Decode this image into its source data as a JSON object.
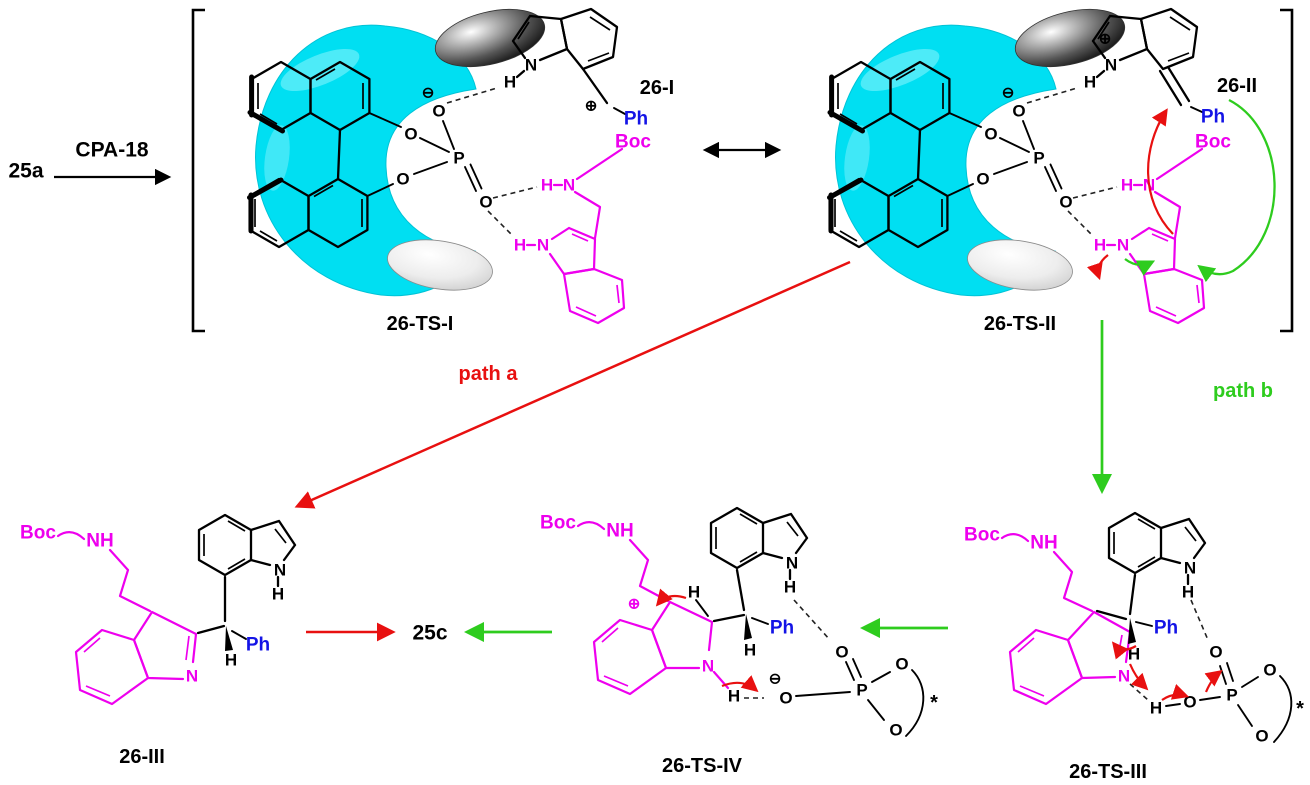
{
  "scheme": {
    "reactant": "25a",
    "catalyst": "CPA-18",
    "product": "25c",
    "path_a": "path a",
    "path_b": "path b"
  },
  "species": {
    "ts1": "26-TS-I",
    "ts2": "26-TS-II",
    "int1": "26-I",
    "int2": "26-II",
    "int3": "26-III",
    "ts3": "26-TS-III",
    "ts4": "26-TS-IV"
  },
  "atoms": {
    "O": "O",
    "P": "P",
    "N": "N",
    "H": "H",
    "NH": "NH",
    "Boc": "Boc",
    "Ph": "Ph",
    "plus": "⊕",
    "minus": "⊖",
    "star": "*"
  },
  "colors": {
    "magenta": "#ee00ee",
    "blue": "#1414e6",
    "red": "#e81010",
    "green": "#2ecc1e",
    "pocket_cyan": "#00dff2",
    "black": "#000000"
  }
}
